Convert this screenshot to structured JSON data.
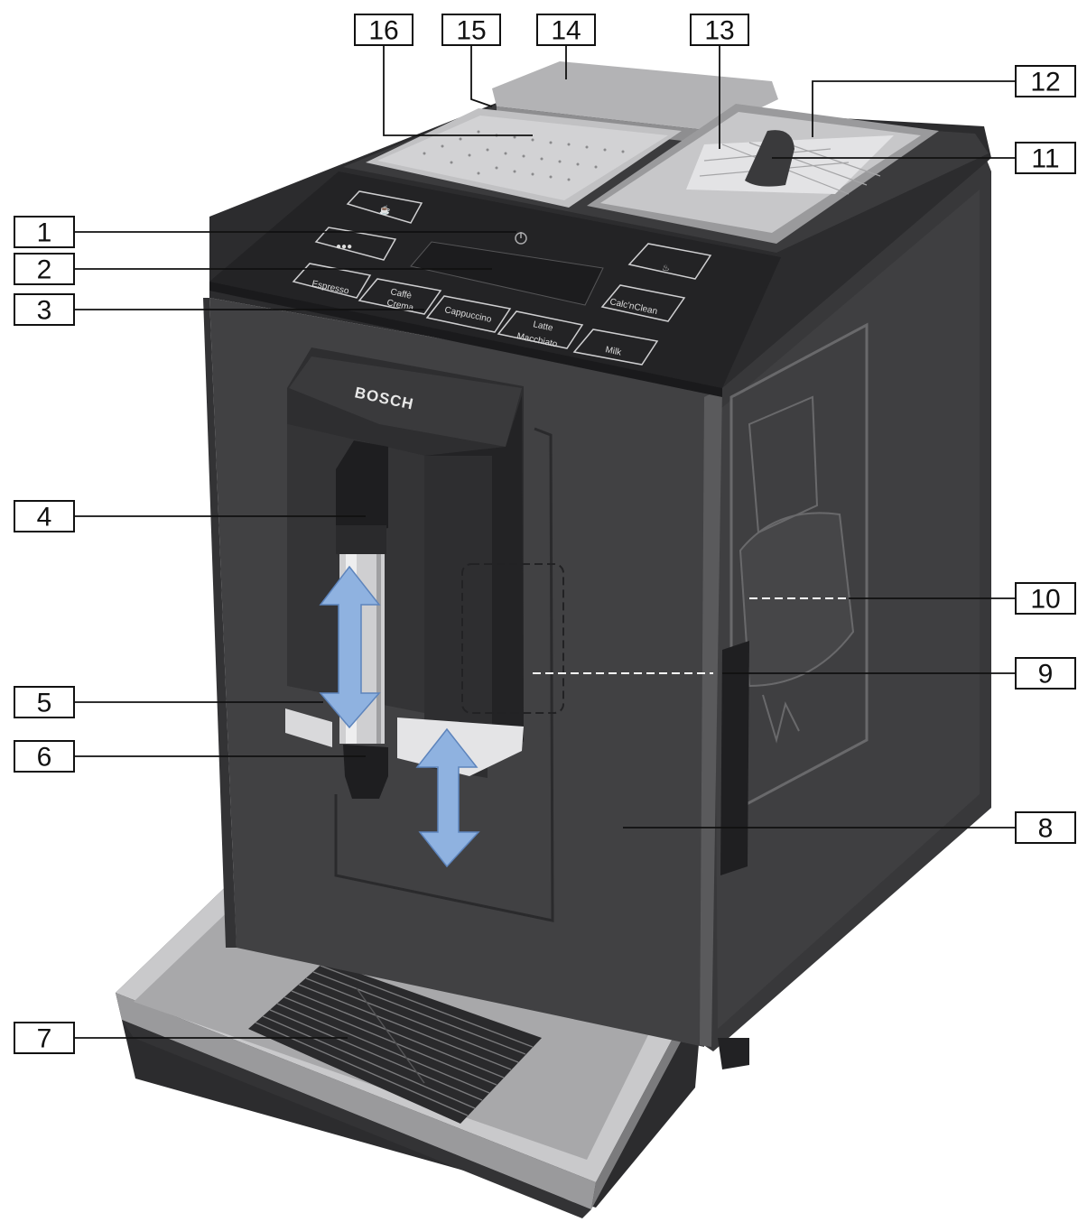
{
  "callouts": [
    {
      "id": "1",
      "label": "1"
    },
    {
      "id": "2",
      "label": "2"
    },
    {
      "id": "3",
      "label": "3"
    },
    {
      "id": "4",
      "label": "4"
    },
    {
      "id": "5",
      "label": "5"
    },
    {
      "id": "6",
      "label": "6"
    },
    {
      "id": "7",
      "label": "7"
    },
    {
      "id": "8",
      "label": "8"
    },
    {
      "id": "9",
      "label": "9"
    },
    {
      "id": "10",
      "label": "10"
    },
    {
      "id": "11",
      "label": "11"
    },
    {
      "id": "12",
      "label": "12"
    },
    {
      "id": "13",
      "label": "13"
    },
    {
      "id": "14",
      "label": "14"
    },
    {
      "id": "15",
      "label": "15"
    },
    {
      "id": "16",
      "label": "16"
    }
  ],
  "control_panel": {
    "espresso": "Espresso",
    "caffe_line1": "Caffè",
    "caffe_line2": "Crema",
    "cappuccino": "Cappuccino",
    "latte_line1": "Latte",
    "latte_line2": "Macchiato",
    "calc_clean": "Calc'nClean",
    "milk": "Milk"
  },
  "brand": "BOSCH",
  "colors": {
    "body": "#3a3a3c",
    "body_dark": "#2a2a2c",
    "panel": "#232325",
    "steel": "#b9b9bb",
    "arrow": "#8fb2e0"
  }
}
